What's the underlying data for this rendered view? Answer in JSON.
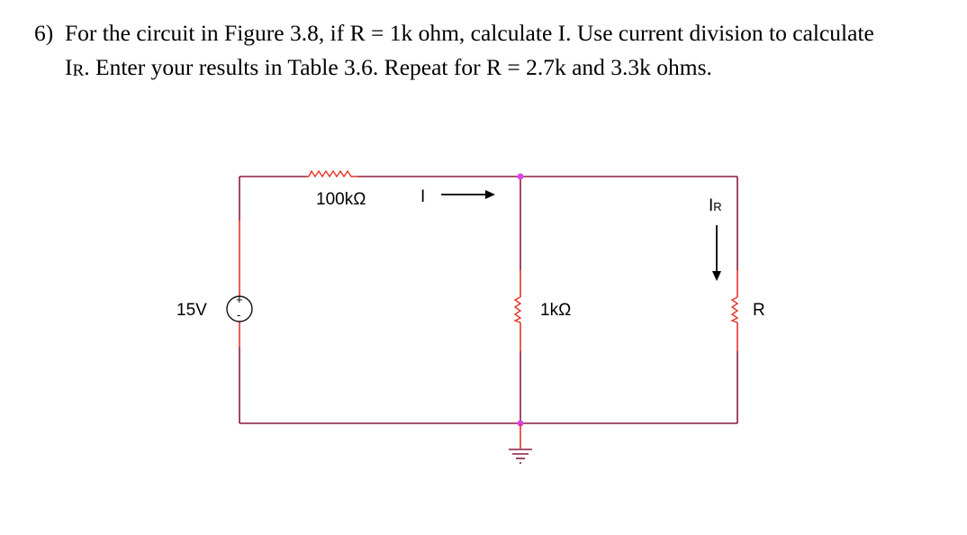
{
  "question": {
    "number": "6)",
    "line1": "For the circuit in Figure 3.8, if R = 1k ohm, calculate I.  Use current division to calculate",
    "line2_var": "I",
    "line2_var_sub": "R",
    "line2_rest": ".  Enter your results in Table 3.6.  Repeat for R = 2.7k and 3.3k ohms."
  },
  "circuit": {
    "wire_color": "#8b1a3c",
    "lead_color": "#e8332a",
    "node_color": "#d946ef",
    "components": {
      "source": {
        "label": "15V",
        "plus": "+",
        "minus": "-"
      },
      "series_resistor": {
        "label": "100kΩ"
      },
      "shunt_resistor": {
        "label": "1kΩ"
      },
      "load_resistor": {
        "label": "R"
      }
    },
    "currents": {
      "main": {
        "label": "I"
      },
      "load": {
        "label": "I",
        "sub": "R"
      }
    }
  }
}
